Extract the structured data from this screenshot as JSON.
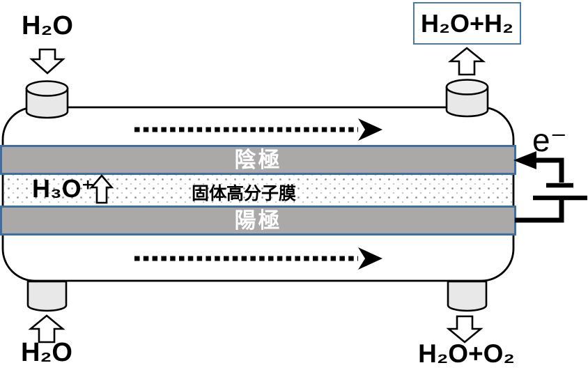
{
  "labels": {
    "inlet_top_left": "H₂O",
    "outlet_top_right": "H₂O+H₂",
    "inlet_bottom_left": "H₂O",
    "outlet_bottom_right": "H₂O+O₂",
    "cathode": "陰極",
    "anode": "陽極",
    "membrane": "固体高分子膜",
    "hydronium_ion": "H₃O⁺",
    "electron": "e⁻"
  },
  "icons": {
    "flow_arrow_top": "dotted-right-arrow",
    "flow_arrow_bottom": "dotted-right-arrow",
    "inlet_arrow_top_left": "hollow-down-arrow",
    "outlet_arrow_top_right": "hollow-up-arrow",
    "inlet_arrow_bottom_left": "hollow-up-arrow",
    "outlet_arrow_bottom_right": "hollow-down-arrow",
    "ion_arrow": "hollow-up-arrow",
    "electron_arrow": "solid-left-arrow",
    "battery": "battery-symbol"
  },
  "colors": {
    "electrode_fill": "#aba8a8",
    "electrode_border": "#3f6fa2",
    "outlet_box_border": "#4a7ba6",
    "port_fill": "#e8e8e8",
    "line_color": "#000000",
    "electrode_label_color": "#ffffff"
  }
}
